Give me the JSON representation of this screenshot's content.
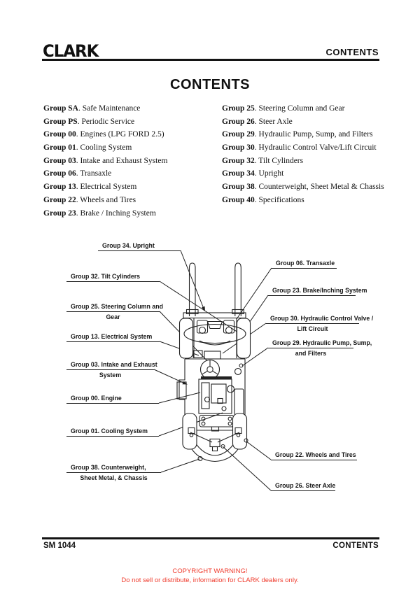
{
  "header": {
    "logo": "CLARK",
    "page_label": "CONTENTS"
  },
  "title": "CONTENTS",
  "toc": {
    "left": [
      {
        "group": "Group SA",
        "rest": ". Safe Maintenance"
      },
      {
        "group": "Group PS",
        "rest": ". Periodic Service"
      },
      {
        "group": "Group 00",
        "rest": ". Engines (LPG FORD 2.5)"
      },
      {
        "group": "Group 01",
        "rest": ". Cooling System"
      },
      {
        "group": "Group 03",
        "rest": ". Intake and Exhaust System"
      },
      {
        "group": "Group 06",
        "rest": ". Transaxle"
      },
      {
        "group": "Group 13",
        "rest": ". Electrical System"
      },
      {
        "group": "Group 22",
        "rest": ". Wheels and Tires"
      },
      {
        "group": "Group 23",
        "rest": ". Brake / Inching System"
      }
    ],
    "right": [
      {
        "group": "Group 25",
        "rest": ". Steering Column and Gear"
      },
      {
        "group": "Group 26",
        "rest": ". Steer Axle"
      },
      {
        "group": "Group 29",
        "rest": ". Hydraulic Pump, Sump, and Filters"
      },
      {
        "group": "Group 30",
        "rest": ". Hydraulic Control Valve/Lift Circuit"
      },
      {
        "group": "Group 32",
        "rest": ". Tilt Cylinders"
      },
      {
        "group": "Group 34",
        "rest": ". Upright"
      },
      {
        "group": "Group 38",
        "rest": ". Counterweight, Sheet Metal & Chassis"
      },
      {
        "group": "Group 40",
        "rest": ". Specifications"
      }
    ]
  },
  "diagram": {
    "labels": [
      {
        "id": "g34",
        "line1": "Group 34. Upright",
        "line2": ""
      },
      {
        "id": "g32",
        "line1": "Group 32. Tilt Cylinders",
        "line2": ""
      },
      {
        "id": "g25",
        "line1": "Group 25. Steering Column and",
        "line2": "Gear"
      },
      {
        "id": "g13",
        "line1": "Group 13. Electrical System",
        "line2": ""
      },
      {
        "id": "g03",
        "line1": "Group 03. Intake and Exhaust",
        "line2": "System"
      },
      {
        "id": "g00",
        "line1": "Group 00. Engine",
        "line2": ""
      },
      {
        "id": "g01",
        "line1": "Group 01. Cooling System",
        "line2": ""
      },
      {
        "id": "g38",
        "line1": "Group 38. Counterweight,",
        "line2": "Sheet Metal, & Chassis"
      },
      {
        "id": "g06",
        "line1": "Group 06. Transaxle",
        "line2": ""
      },
      {
        "id": "g23",
        "line1": "Group 23. Brake/Inching System",
        "line2": ""
      },
      {
        "id": "g30",
        "line1": "Group 30. Hydraulic Control Valve /",
        "line2": "Lift Circuit"
      },
      {
        "id": "g29",
        "line1": "Group 29. Hydraulic Pump, Sump,",
        "line2": "and Filters"
      },
      {
        "id": "g22",
        "line1": "Group 22. Wheels and Tires",
        "line2": ""
      },
      {
        "id": "g26",
        "line1": "Group 26. Steer Axle",
        "line2": ""
      }
    ]
  },
  "footer": {
    "doc_number": "SM 1044",
    "page_label": "CONTENTS"
  },
  "warning": {
    "line1": "COPYRIGHT WARNING!",
    "line2": "Do not sell or distribute, information for CLARK dealers only.",
    "color": "#ef3b2d"
  }
}
